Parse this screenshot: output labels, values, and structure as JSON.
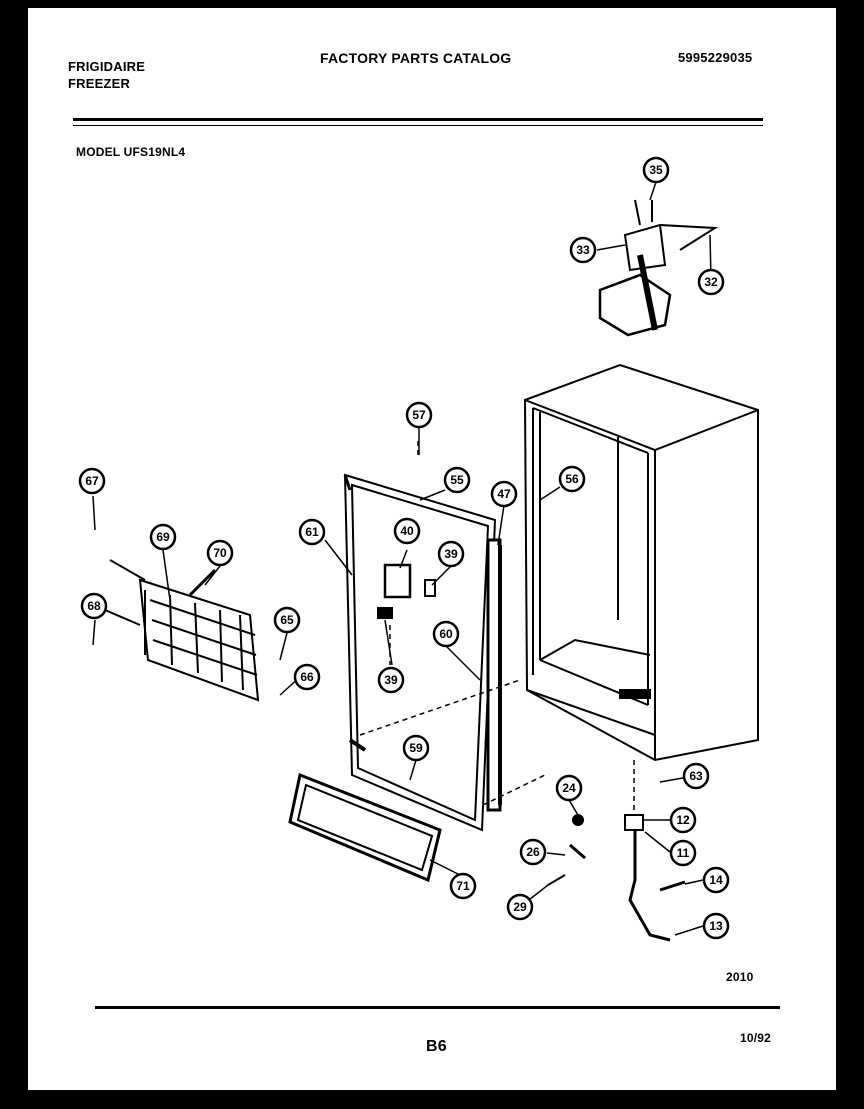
{
  "header": {
    "brand_line1": "FRIGIDAIRE",
    "brand_line2": "FREEZER",
    "title": "FACTORY PARTS CATALOG",
    "catalog_number": "5995229035",
    "model": "MODEL UFS19NL4"
  },
  "footer": {
    "code": "2010",
    "page": "B6",
    "date": "10/92"
  },
  "callouts": [
    "35",
    "33",
    "32",
    "57",
    "55",
    "47",
    "56",
    "67",
    "69",
    "70",
    "61",
    "40",
    "39",
    "60",
    "65",
    "68",
    "66",
    "39",
    "59",
    "63",
    "24",
    "12",
    "11",
    "26",
    "14",
    "29",
    "13",
    "71"
  ]
}
